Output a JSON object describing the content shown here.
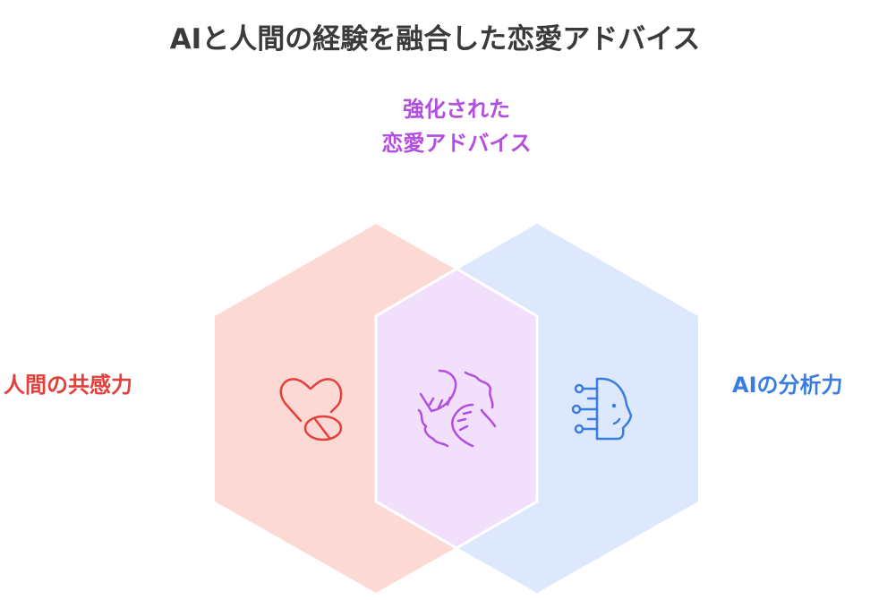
{
  "title": "AIと人間の経験を融合した恋愛アドバイス",
  "center": {
    "line1": "強化された",
    "line2": "恋愛アドバイス",
    "icon": "fist-bump-icon"
  },
  "left": {
    "label": "人間の共感力",
    "icon": "heart-pill-icon"
  },
  "right": {
    "label": "AIの分析力",
    "icon": "ai-head-circuit-icon"
  },
  "colors": {
    "left_fill": "#fdd9d5",
    "right_fill": "#dde8fc",
    "overlap_fill": "#f2dffc",
    "left_accent": "#e2413b",
    "right_accent": "#3a7ce0",
    "center_accent": "#b24ee0"
  }
}
